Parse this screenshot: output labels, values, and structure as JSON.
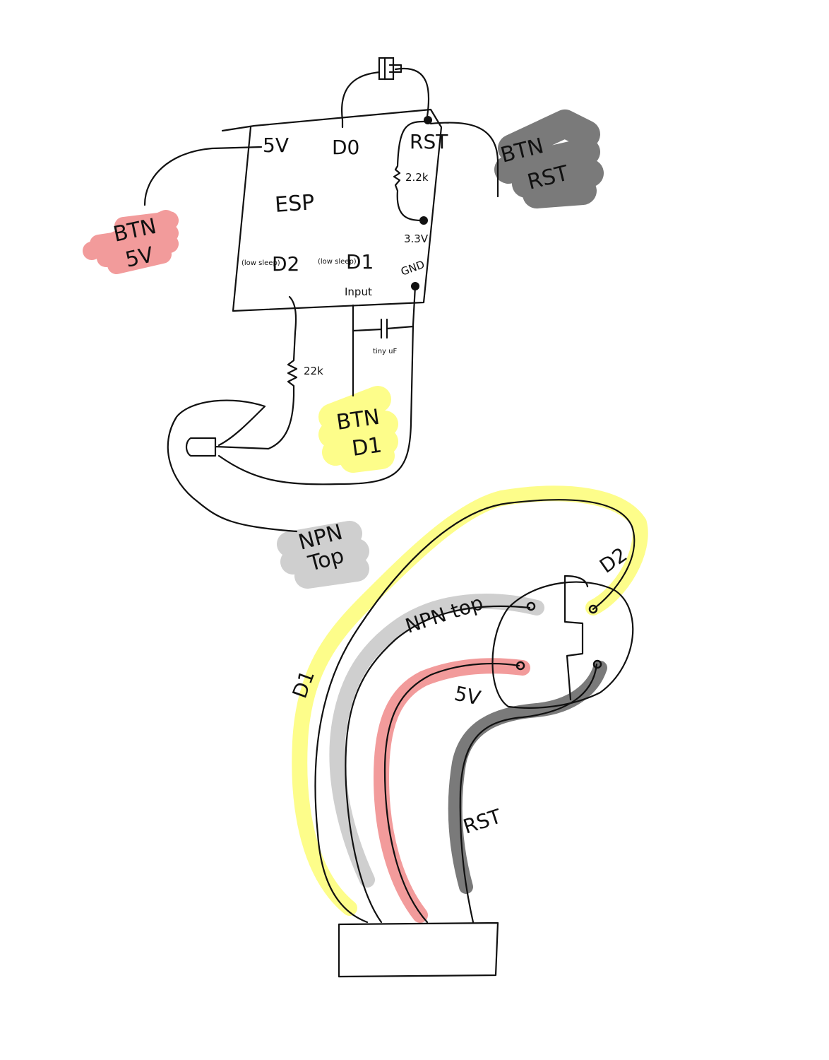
{
  "esp": {
    "title": "ESP",
    "pin_5v": "5V",
    "pin_d0": "D0",
    "pin_rst": "RST",
    "pin_d2": "D2",
    "pin_d1": "D1",
    "pin_gnd": "GND",
    "pin_3v3": "3.3V",
    "note_d2": "(low sleep)",
    "note_d1": "(low sleep)",
    "note_input": "Input",
    "resistor_top": "2.2k",
    "resistor_bottom": "22k",
    "capacitor": "tiny uF"
  },
  "labels": {
    "btn_5v_line1": "BTN",
    "btn_5v_line2": "5V",
    "btn_rst_line1": "BTN",
    "btn_rst_line2": "RST",
    "btn_d1_line1": "BTN",
    "btn_d1_line2": "D1",
    "npn_top_line1": "NPN",
    "npn_top_line2": "Top"
  },
  "cable": {
    "d1": "D1",
    "npn_top": "NPN top",
    "five_v": "5V",
    "rst": "RST",
    "d2": "D2"
  },
  "colors": {
    "yellow": "#fdfd8a",
    "gray": "#cfcfcf",
    "dark_gray": "#7a7a7a",
    "red": "#f29b9b",
    "ink": "#111111"
  }
}
